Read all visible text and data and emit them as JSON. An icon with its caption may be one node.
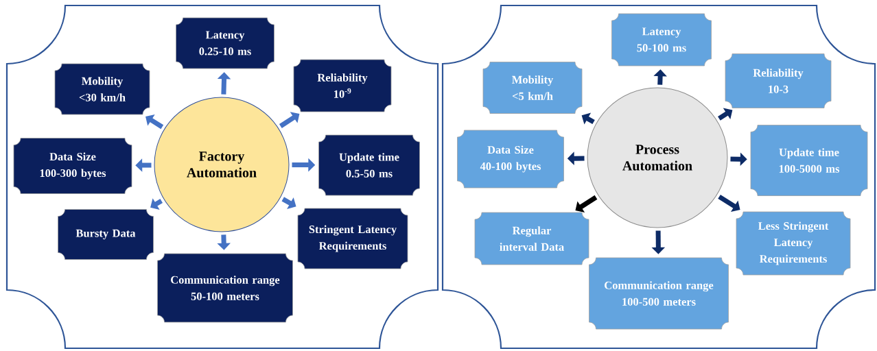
{
  "diagram": {
    "nodes": [
      {
        "text": [],
        "shape": "box"
      },
      {
        "text": [
          "Factory Automation"
        ],
        "in": 0
      },
      {
        "text": [
          "Latency",
          "0.25-10 ms"
        ],
        "in": 0
      },
      {
        "text": [
          "Mobility",
          "<30 km/h"
        ],
        "in": 0
      },
      {
        "text": [
          "Reliability",
          "10$^{-9}$"
        ],
        "in": 0
      },
      {
        "text": [
          "Data Size",
          "100-300 bytes"
        ],
        "in": 0
      },
      {
        "text": [
          "Update time",
          "0.5-50 ms"
        ],
        "in": 0
      },
      {
        "text": [
          "Bursty Data"
        ],
        "in": 0
      },
      {
        "text": [
          "Stringent Latency Requirements"
        ],
        "in": 0
      },
      {
        "text": [
          "Communication range",
          "50-100 meters"
        ],
        "in": 0
      },
      {
        "text": [],
        "shape": "box"
      },
      {
        "text": [
          "Process Automation"
        ],
        "in": 10
      },
      {
        "text": [
          "Latency",
          "50-100 ms"
        ],
        "in": 10
      },
      {
        "text": [
          "Mobility",
          "<5 km/h"
        ],
        "in": 10
      },
      {
        "text": [
          "Reliability",
          "10-3"
        ],
        "in": 10
      },
      {
        "text": [
          "Data Size",
          "40-100 bytes"
        ],
        "in": 10
      },
      {
        "text": [
          "Update time",
          "100-5000 ms"
        ],
        "in": 10
      },
      {
        "text": [
          "Regular interval Data"
        ],
        "in": 10
      },
      {
        "text": [
          "Less Stringent Latency Requirements"
        ],
        "in": 10
      },
      {
        "text": [
          "Communication range",
          "100-500 meters"
        ],
        "in": 10
      }
    ],
    "edges": [
      {
        "from": 1,
        "to": 2,
        "arrow": "to"
      },
      {
        "from": 1,
        "to": 3,
        "arrow": "to"
      },
      {
        "from": 1,
        "to": 4,
        "arrow": "to"
      },
      {
        "from": 1,
        "to": 5,
        "arrow": "to"
      },
      {
        "from": 1,
        "to": 6,
        "arrow": "to"
      },
      {
        "from": 1,
        "to": 7,
        "arrow": "to"
      },
      {
        "from": 1,
        "to": 8,
        "arrow": "to"
      },
      {
        "from": 1,
        "to": 9,
        "arrow": "to"
      },
      {
        "from": 11,
        "to": 12,
        "arrow": "to",
        "color": "#0d2b66"
      },
      {
        "from": 11,
        "to": 13,
        "arrow": "to",
        "color": "#0d2b66"
      },
      {
        "from": 11,
        "to": 14,
        "arrow": "to",
        "color": "#0d2b66"
      },
      {
        "from": 11,
        "to": 15,
        "arrow": "to",
        "color": "#0d2b66"
      },
      {
        "from": 11,
        "to": 16,
        "arrow": "to",
        "color": "#0d2b66"
      },
      {
        "from": 11,
        "to": 17,
        "arrow": "to",
        "color": "#000000"
      },
      {
        "from": 11,
        "to": 18,
        "arrow": "to",
        "color": "#0d2b66"
      },
      {
        "from": 11,
        "to": 19,
        "arrow": "to",
        "color": "#0d2b66"
      }
    ]
  }
}
